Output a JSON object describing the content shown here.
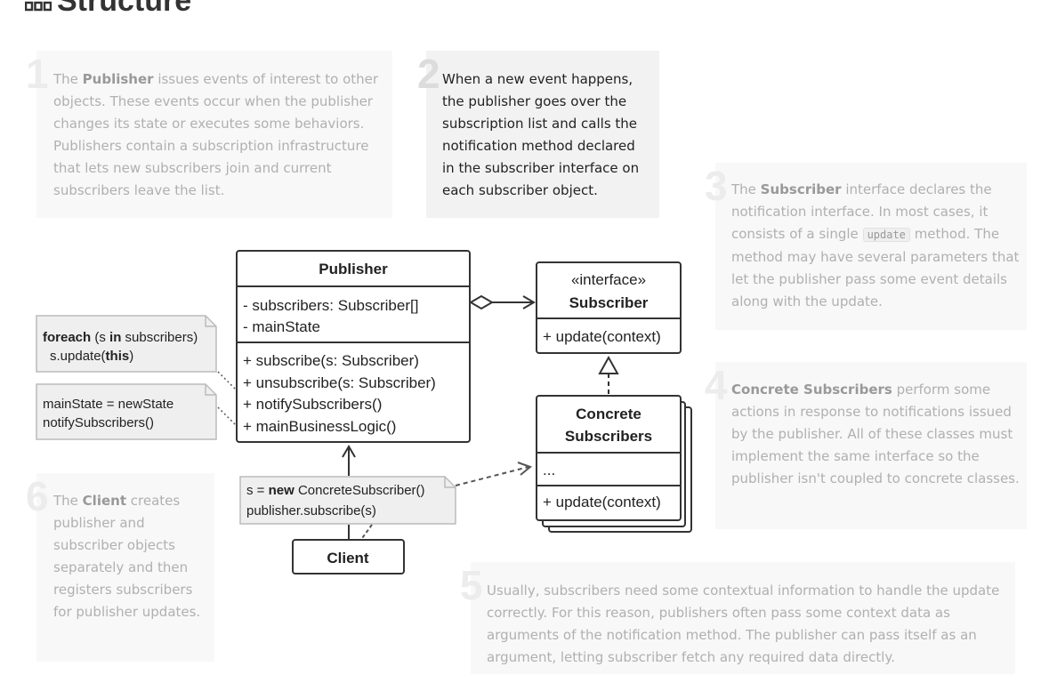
{
  "title": "Structure",
  "cards": [
    {
      "num": "1",
      "bold": "Publisher",
      "pre": "The ",
      "post": " issues events of interest to other objects. These events occur when the publisher changes its state or executes some behaviors. Publishers contain a subscription infrastructure that lets new subscribers join and current subscribers leave the list."
    },
    {
      "num": "2",
      "text": "When a new event happens, the publisher goes over the subscription list and calls the notification method declared in the subscriber interface on each subscriber object."
    },
    {
      "num": "3",
      "pre": "The ",
      "bold": "Subscriber",
      "mid": " interface declares the notification interface. In most cases, it consists of a single ",
      "code": "update",
      "post": " method. The method may have several parameters that let the publisher pass some event details along with the update."
    },
    {
      "num": "4",
      "bold": "Concrete Subscribers",
      "post": " perform some actions in response to notifications issued by the publisher. All of these classes must implement the same interface so the publisher isn't coupled to concrete classes."
    },
    {
      "num": "5",
      "text": "Usually, subscribers need some contextual information to handle the update correctly. For this reason, publishers often pass some context data as arguments of the notification method. The publisher can pass itself as an argument, letting subscriber fetch any required data directly."
    },
    {
      "num": "6",
      "pre": "The ",
      "bold": "Client",
      "post": " creates publisher and subscriber objects separately and then registers subscribers for publisher updates."
    }
  ],
  "diagram": {
    "publisher": {
      "name": "Publisher",
      "fields": [
        "- subscribers: Subscriber[]",
        "- mainState"
      ],
      "methods": [
        "+ subscribe(s: Subscriber)",
        "+ unsubscribe(s: Subscriber)",
        "+ notifySubscribers()",
        "+ mainBusinessLogic()"
      ]
    },
    "subscriber": {
      "stereotype": "«interface»",
      "name": "Subscriber",
      "methods": [
        "+ update(context)"
      ]
    },
    "concrete": {
      "name_line1": "Concrete",
      "name_line2": "Subscribers",
      "fields": [
        "..."
      ],
      "methods": [
        "+ update(context)"
      ]
    },
    "client": {
      "name": "Client"
    },
    "note_foreach": {
      "kw1": "foreach",
      "mid1": " (s ",
      "kw2": "in",
      "end1": " subscribers)",
      "line2_pre": "s.update(",
      "line2_kw": "this",
      "line2_post": ")"
    },
    "note_state": {
      "line1": "mainState = newState",
      "line2": "notifySubscribers()"
    },
    "note_client": {
      "line1_pre": "s = ",
      "line1_kw": "new",
      "line1_post": " ConcreteSubscriber()",
      "line2": "publisher.subscribe(s)"
    }
  }
}
